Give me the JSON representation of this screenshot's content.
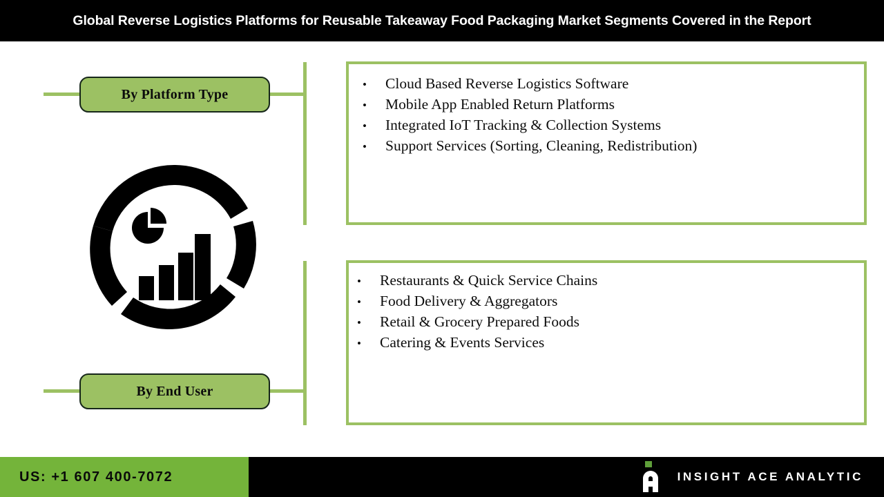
{
  "header": {
    "title": "Global Reverse Logistics Platforms for Reusable Takeaway Food Packaging Market Segments Covered in the Report"
  },
  "colors": {
    "header_bg": "#000000",
    "header_text": "#ffffff",
    "pill_fill": "#9CC163",
    "pill_border": "#16261a",
    "box_border": "#9CC163",
    "connector": "#9CC163",
    "footer_bg": "#000000",
    "footer_phone_bg": "#74B43A",
    "icon_color": "#000000",
    "brand_accent": "#5F9F3A"
  },
  "segments": [
    {
      "label": "By Platform Type",
      "items": [
        "Cloud Based Reverse Logistics Software",
        "Mobile App Enabled Return Platforms",
        "Integrated IoT Tracking & Collection Systems",
        "Support Services (Sorting, Cleaning, Redistribution)"
      ]
    },
    {
      "label": "By End User",
      "items": [
        "Restaurants & Quick Service Chains",
        "Food Delivery & Aggregators",
        "Retail & Grocery Prepared Foods",
        "Catering & Events Services"
      ]
    }
  ],
  "bullet_glyph": "•",
  "center_icon": {
    "name": "analytics-chart-icon",
    "description": "broken ring with bar chart and pie chart"
  },
  "footer": {
    "phone": "US: +1 607 400-7072",
    "brand_name": "INSIGHT ACE ANALYTIC",
    "logo_name": "insight-ace-analytic-logo"
  }
}
